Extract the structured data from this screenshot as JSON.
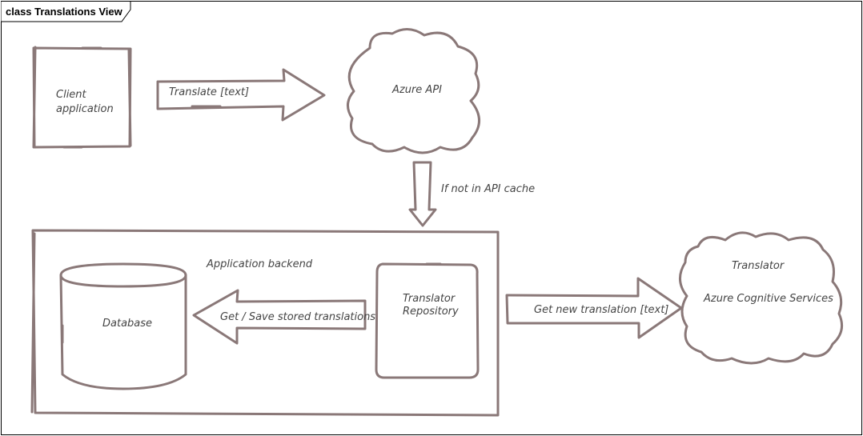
{
  "diagram": {
    "title": "class Translations View",
    "stroke_color": "#8a7878",
    "text_color": "#444444",
    "nodes": {
      "client": {
        "label_line1": "Client",
        "label_line2": "application"
      },
      "azure_api": {
        "label": "Azure API"
      },
      "backend": {
        "label": "Application backend"
      },
      "database": {
        "label": "Database"
      },
      "repository": {
        "label_line1": "Translator",
        "label_line2": "Repository"
      },
      "translator": {
        "label_line1": "Translator",
        "label_line2": "Azure Cognitive Services"
      }
    },
    "edges": {
      "translate": {
        "label": "Translate [text]"
      },
      "cache": {
        "label": "If not in API cache"
      },
      "get_save": {
        "label": "Get / Save stored translations"
      },
      "new_translation": {
        "label": "Get new translation [text]"
      }
    }
  }
}
